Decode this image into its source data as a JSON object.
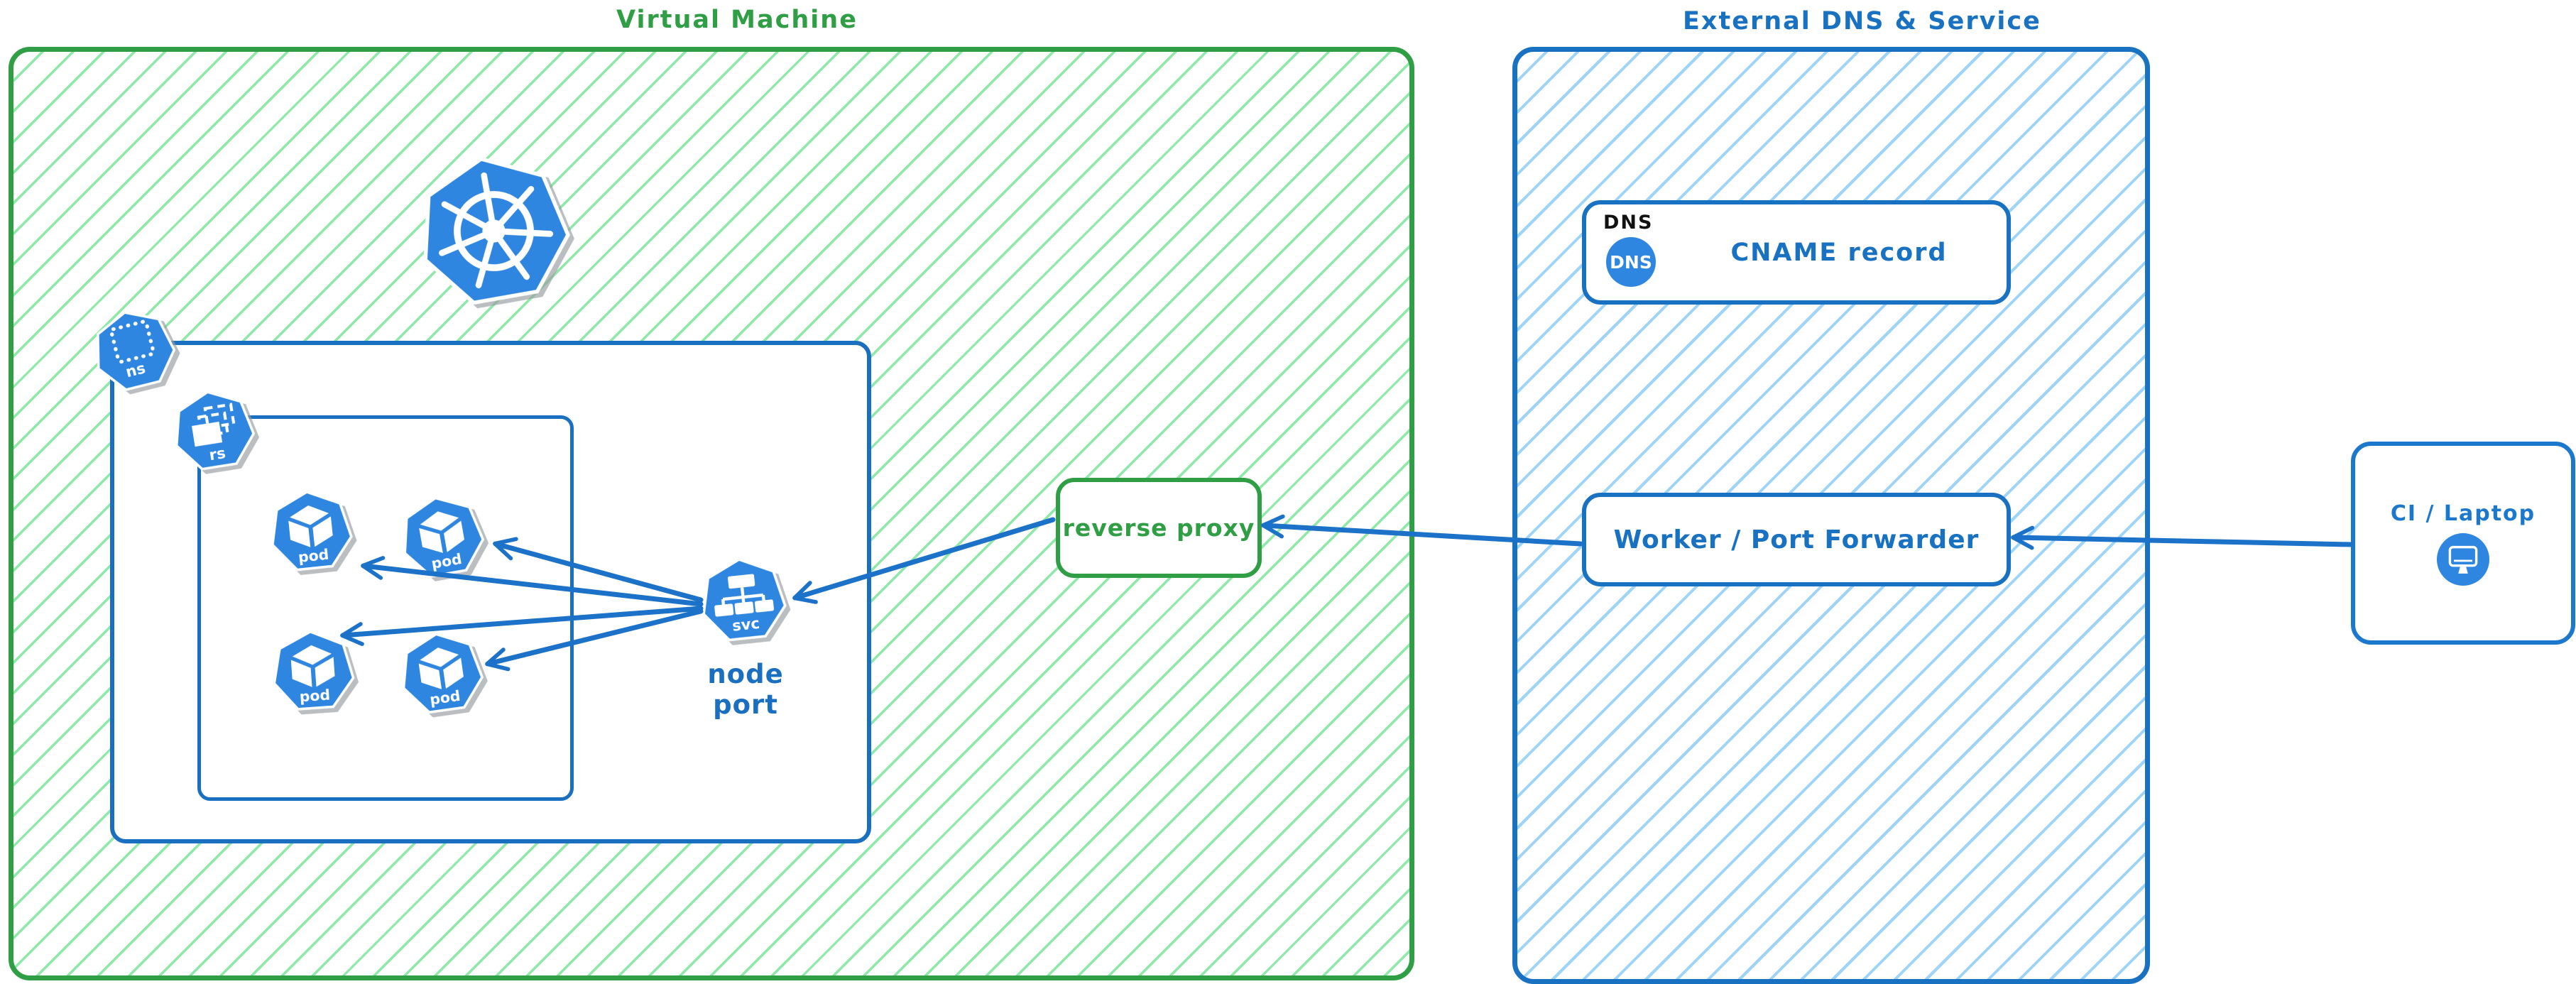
{
  "colors": {
    "green_stroke": "#2f9e44",
    "green_hatch": "#8ee9a8",
    "blue_stroke": "#1971c2",
    "blue_hatch": "#9ed4f8",
    "icon_blue": "#2f86e0",
    "arrow_blue": "#1b72c8",
    "dns_tag_color": "#111111"
  },
  "icons": {
    "kubernetes": "kubernetes-helm-heptagon",
    "pod": "cube-heptagon",
    "service": "tree-heptagon",
    "namespace": "dotted-square-heptagon",
    "replicaset": "stacked-rectangles-heptagon",
    "dns": "dns-circle",
    "client": "monitor-circle"
  },
  "vm": {
    "title": "Virtual Machine",
    "namespace_badge": "ns",
    "replicaset_badge": "rs",
    "pods": [
      "pod",
      "pod",
      "pod",
      "pod"
    ],
    "service_badge": "svc",
    "service_label": "node port",
    "reverse_proxy_label": "reverse proxy"
  },
  "external": {
    "title": "External DNS & Service",
    "dns_tag": "DNS",
    "dns_icon_text": "DNS",
    "cname_label": "CNAME record",
    "worker_label": "Worker / Port Forwarder"
  },
  "client": {
    "label": "CI / Laptop"
  }
}
